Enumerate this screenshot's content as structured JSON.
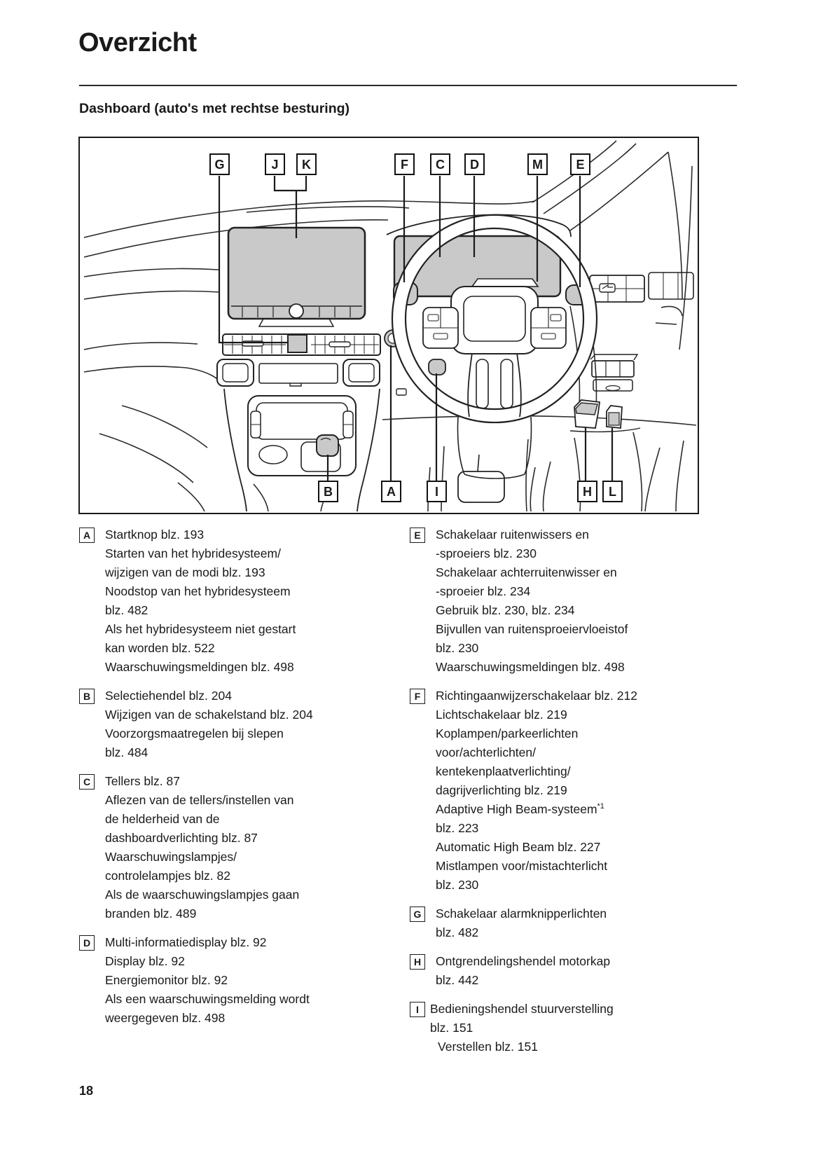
{
  "page": {
    "title": "Overzicht",
    "subtitle": "Dashboard (auto's met rechtse besturing)",
    "page_number": "18"
  },
  "diagram": {
    "callouts": {
      "G": "G",
      "J": "J",
      "K": "K",
      "F": "F",
      "C": "C",
      "D": "D",
      "M": "M",
      "E": "E",
      "B": "B",
      "A": "A",
      "I": "I",
      "H": "H",
      "L": "L"
    }
  },
  "legend": {
    "left": [
      {
        "letter": "A",
        "lines": [
          "Startknop blz. 193",
          "Starten van het hybridesysteem/",
          "wijzigen van de modi blz. 193",
          "Noodstop van het hybridesysteem",
          "blz. 482",
          "Als het hybridesysteem niet gestart",
          "kan worden blz. 522",
          "Waarschuwingsmeldingen blz. 498"
        ]
      },
      {
        "letter": "B",
        "lines": [
          "Selectiehendel blz. 204",
          "Wijzigen van de schakelstand blz. 204",
          "Voorzorgsmaatregelen bij slepen",
          "blz. 484"
        ]
      },
      {
        "letter": "C",
        "lines": [
          "Tellers blz. 87",
          "Aflezen van de tellers/instellen van",
          "de helderheid van de",
          "dashboardverlichting blz. 87",
          "Waarschuwingslampjes/",
          "controlelampjes blz. 82",
          "Als de waarschuwingslampjes gaan",
          "branden blz. 489"
        ]
      },
      {
        "letter": "D",
        "lines": [
          "Multi-informatiedisplay blz. 92",
          "Display blz. 92",
          "Energiemonitor blz. 92",
          "Als een waarschuwingsmelding wordt",
          "weergegeven blz. 498"
        ]
      }
    ],
    "right": [
      {
        "letter": "E",
        "lines": [
          "Schakelaar ruitenwissers en",
          "-sproeiers blz. 230",
          "Schakelaar achterruitenwisser en",
          "-sproeier blz. 234",
          "Gebruik blz. 230, blz. 234",
          "Bijvullen van ruitensproeiervloeistof",
          "blz. 230",
          "Waarschuwingsmeldingen blz. 498"
        ]
      },
      {
        "letter": "F",
        "lines": [
          "Richtingaanwijzerschakelaar blz. 212",
          "Lichtschakelaar blz. 219",
          "Koplampen/parkeerlichten",
          "voor/achterlichten/",
          "kentekenplaatverlichting/",
          "dagrijverlichting blz. 219",
          {
            "text": "Adaptive High Beam-systeem",
            "sup": "*1"
          },
          "blz. 223",
          "Automatic High Beam blz. 227",
          "Mistlampen voor/mistachterlicht",
          "blz. 230"
        ]
      },
      {
        "letter": "G",
        "lines": [
          "Schakelaar alarmknipperlichten",
          "blz. 482"
        ]
      },
      {
        "letter": "H",
        "lines": [
          "Ontgrendelingshendel motorkap",
          "blz. 442"
        ]
      },
      {
        "letter": "I",
        "tight": true,
        "lines": [
          "Bedieningshendel stuurverstelling",
          "blz. 151",
          {
            "text": "Verstellen blz. 151",
            "indent": true
          }
        ]
      }
    ]
  }
}
